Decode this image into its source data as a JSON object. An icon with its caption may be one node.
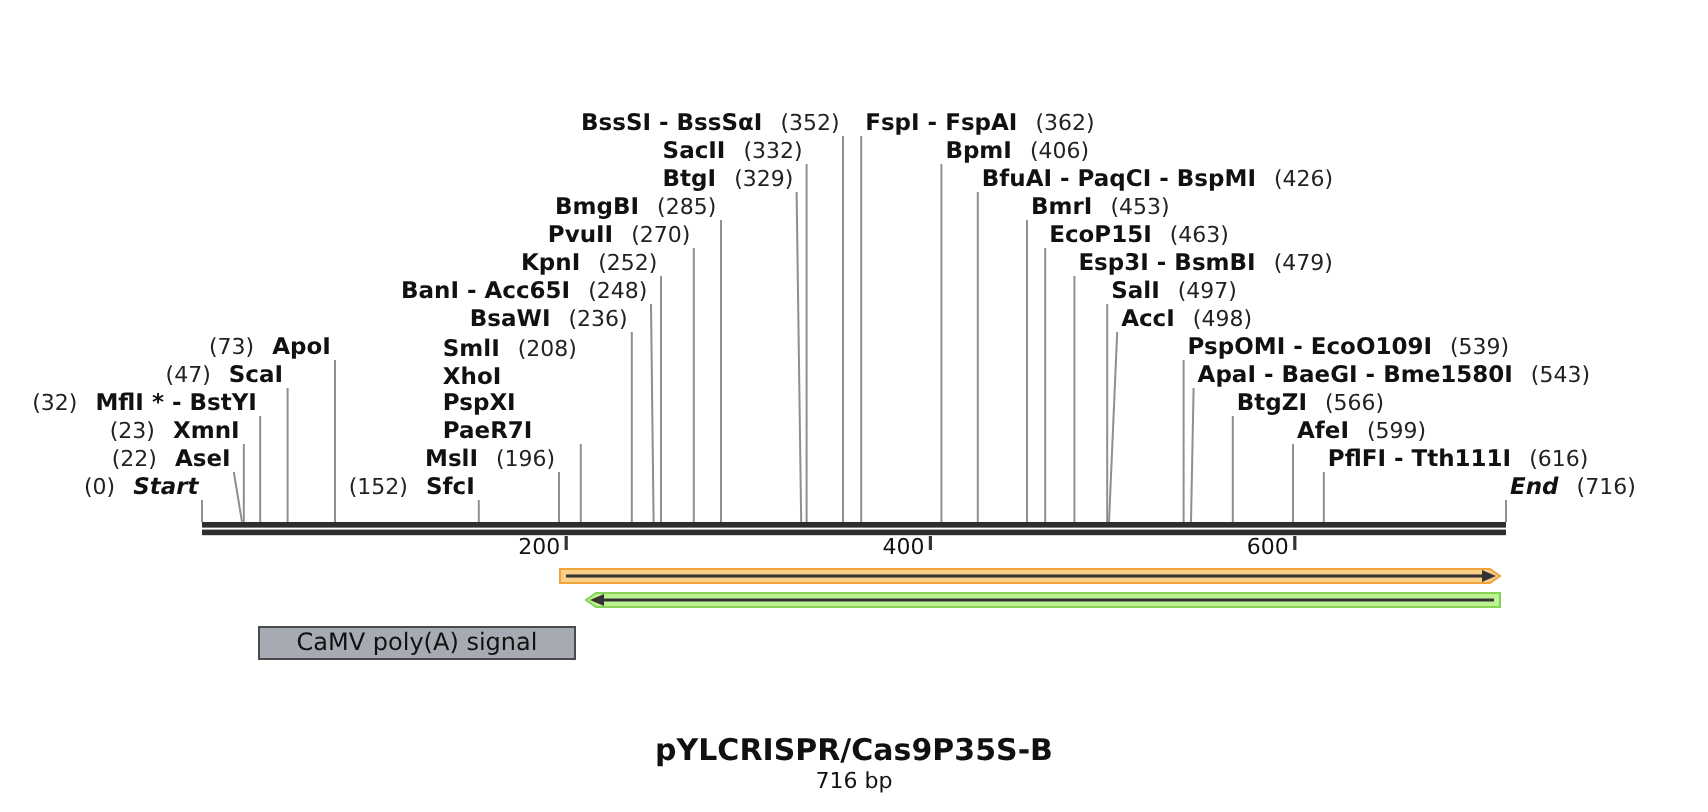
{
  "diagram": {
    "title": "pYLCRISPR/Cas9P35S-B",
    "caption": "716 bp",
    "nodes": [
      {
        "text": [
          "(0)",
          "Start"
        ]
      },
      {
        "text": [
          "(22)",
          "AseI"
        ]
      },
      {
        "text": [
          "(23)",
          "XmnI"
        ]
      },
      {
        "text": [
          "(32)",
          "MflI * - BstYI"
        ]
      },
      {
        "text": [
          "(47)",
          "ScaI"
        ]
      },
      {
        "text": [
          "(73)",
          "ApoI"
        ]
      },
      {
        "text": [
          "(152)",
          "SfcI"
        ]
      },
      {
        "text": [
          "MslI",
          "(196)"
        ]
      },
      {
        "text": [
          "SmlI",
          "(208)",
          "XhoI",
          "PspXI",
          "PaeR7I"
        ]
      },
      {
        "text": [
          "BsaWI",
          "(236)"
        ]
      },
      {
        "text": [
          "BanI - Acc65I",
          "(248)"
        ]
      },
      {
        "text": [
          "KpnI",
          "(252)"
        ]
      },
      {
        "text": [
          "PvuII",
          "(270)"
        ]
      },
      {
        "text": [
          "BmgBI",
          "(285)"
        ]
      },
      {
        "text": [
          "BtgI",
          "(329)"
        ]
      },
      {
        "text": [
          "SacII",
          "(332)"
        ]
      },
      {
        "text": [
          "BssSI - BssSαI",
          "(352)"
        ]
      },
      {
        "text": [
          "FspI - FspAI",
          "(362)"
        ]
      },
      {
        "text": [
          "BpmI",
          "(406)"
        ]
      },
      {
        "text": [
          "BfuAI - PaqCI - BspMI",
          "(426)"
        ]
      },
      {
        "text": [
          "BmrI",
          "(453)"
        ]
      },
      {
        "text": [
          "EcoP15I",
          "(463)"
        ]
      },
      {
        "text": [
          "Esp3I - BsmBI",
          "(479)"
        ]
      },
      {
        "text": [
          "SalI",
          "(497)"
        ]
      },
      {
        "text": [
          "AccI",
          "(498)"
        ]
      },
      {
        "text": [
          "PspOMI - EcoO109I",
          "(539)"
        ]
      },
      {
        "text": [
          "ApaI - BaeGI - Bme1580I",
          "(543)"
        ]
      },
      {
        "text": [
          "BtgZI",
          "(566)"
        ]
      },
      {
        "text": [
          "AfeI",
          "(599)"
        ]
      },
      {
        "text": [
          "PflFI - Tth111I",
          "(616)"
        ]
      },
      {
        "text": [
          "End",
          "(716)"
        ]
      },
      {
        "text": [],
        "shape": "bar"
      },
      {
        "text": [],
        "shape": "arrow"
      },
      {
        "text": [],
        "shape": "arrow"
      },
      {
        "text": [
          "CaMV poly(A) signal"
        ]
      }
    ],
    "edges": [
      {
        "from": 0,
        "to": 31,
        "arrow": "none"
      },
      {
        "from": 1,
        "to": 31,
        "arrow": "none"
      },
      {
        "from": 2,
        "to": 31,
        "arrow": "none"
      },
      {
        "from": 3,
        "to": 31,
        "arrow": "none"
      },
      {
        "from": 4,
        "to": 31,
        "arrow": "none"
      },
      {
        "from": 5,
        "to": 31,
        "arrow": "none"
      },
      {
        "from": 6,
        "to": 31,
        "arrow": "none"
      },
      {
        "from": 7,
        "to": 31,
        "arrow": "none"
      },
      {
        "from": 8,
        "to": 31,
        "arrow": "none"
      },
      {
        "from": 9,
        "to": 31,
        "arrow": "none"
      },
      {
        "from": 10,
        "to": 31,
        "arrow": "none"
      },
      {
        "from": 11,
        "to": 31,
        "arrow": "none"
      },
      {
        "from": 12,
        "to": 31,
        "arrow": "none"
      },
      {
        "from": 13,
        "to": 31,
        "arrow": "none"
      },
      {
        "from": 14,
        "to": 31,
        "arrow": "none"
      },
      {
        "from": 15,
        "to": 31,
        "arrow": "none"
      },
      {
        "from": 16,
        "to": 31,
        "arrow": "none"
      },
      {
        "from": 17,
        "to": 31,
        "arrow": "none"
      },
      {
        "from": 18,
        "to": 31,
        "arrow": "none"
      },
      {
        "from": 19,
        "to": 31,
        "arrow": "none"
      },
      {
        "from": 20,
        "to": 31,
        "arrow": "none"
      },
      {
        "from": 21,
        "to": 31,
        "arrow": "none"
      },
      {
        "from": 22,
        "to": 31,
        "arrow": "none"
      },
      {
        "from": 23,
        "to": 31,
        "arrow": "none"
      },
      {
        "from": 24,
        "to": 31,
        "arrow": "none"
      },
      {
        "from": 25,
        "to": 31,
        "arrow": "none"
      },
      {
        "from": 26,
        "to": 31,
        "arrow": "none"
      },
      {
        "from": 27,
        "to": 31,
        "arrow": "none"
      },
      {
        "from": 28,
        "to": 31,
        "arrow": "none"
      },
      {
        "from": 29,
        "to": 31,
        "arrow": "none"
      },
      {
        "from": 30,
        "to": 31,
        "arrow": "none"
      }
    ],
    "labels": [
      "200",
      "400",
      "600"
    ]
  }
}
